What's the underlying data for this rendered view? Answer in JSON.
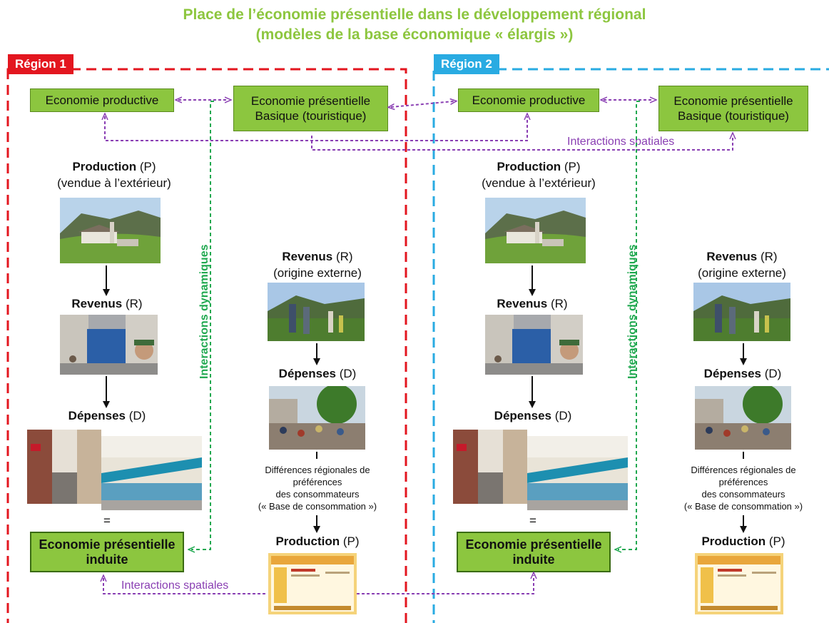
{
  "title_line1": "Place de l’économie présentielle dans le développement régional",
  "title_line2": "(modèles de la base économique « élargis »)",
  "region1": {
    "tag": "Région 1",
    "eco_productive": "Economie productive",
    "eco_presentielle_line1": "Economie présentielle",
    "eco_presentielle_line2": "Basique (touristique)",
    "production_bold": "Production",
    "production_suffix": " (P)",
    "production_sub": "(vendue à l’extérieur)",
    "revenus_bold": "Revenus",
    "revenus_suffix": " (R)",
    "depenses_bold": "Dépenses",
    "depenses_suffix": " (D)",
    "equals": "=",
    "induite_line1": "Economie présentielle",
    "induite_line2": "induite",
    "revenus2_bold": "Revenus",
    "revenus2_suffix": " (R)",
    "revenus2_sub": "(origine externe)",
    "depenses2_bold": "Dépenses",
    "depenses2_suffix": " (D)",
    "diff_line1": "Différences régionales de",
    "diff_line2": "préférences",
    "diff_line3": "des consommateurs",
    "diff_line4": "(« Base de consommation »)",
    "production2_bold": "Production",
    "production2_suffix": " (P)",
    "interactions_dynamiques": "Interactions dynamiques"
  },
  "region2": {
    "tag": "Région 2",
    "eco_productive": "Economie productive",
    "eco_presentielle_line1": "Economie présentielle",
    "eco_presentielle_line2": "Basique (touristique)",
    "production_bold": "Production",
    "production_suffix": " (P)",
    "production_sub": "(vendue à l’extérieur)",
    "revenus_bold": "Revenus",
    "revenus_suffix": " (R)",
    "depenses_bold": "Dépenses",
    "depenses_suffix": " (D)",
    "equals": "=",
    "induite_line1": "Economie présentielle",
    "induite_line2": "induite",
    "revenus2_bold": "Revenus",
    "revenus2_suffix": " (R)",
    "revenus2_sub": "(origine externe)",
    "depenses2_bold": "Dépenses",
    "depenses2_suffix": " (D)",
    "diff_line1": "Différences régionales de",
    "diff_line2": "préférences",
    "diff_line3": "des consommateurs",
    "diff_line4": "(« Base de consommation »)",
    "production2_bold": "Production",
    "production2_suffix": " (P)",
    "interactions_dynamiques": "Interactions dynamiques"
  },
  "interactions_spatiales_top": "Interactions spatiales",
  "interactions_spatiales_bottom": "Interactions spatiales",
  "colors": {
    "title": "#8dc63f",
    "region1": "#e3161f",
    "region2": "#29abe2",
    "box_green": "#8cc63f",
    "dynamic": "#1fa84f",
    "spatial": "#8a3fb3"
  },
  "photos": [
    "farm-landscape-photo",
    "factory-street-photo",
    "shopping-street-photo",
    "storefront-photo",
    "hikers-photo",
    "market-square-photo",
    "website-screenshot-image"
  ]
}
